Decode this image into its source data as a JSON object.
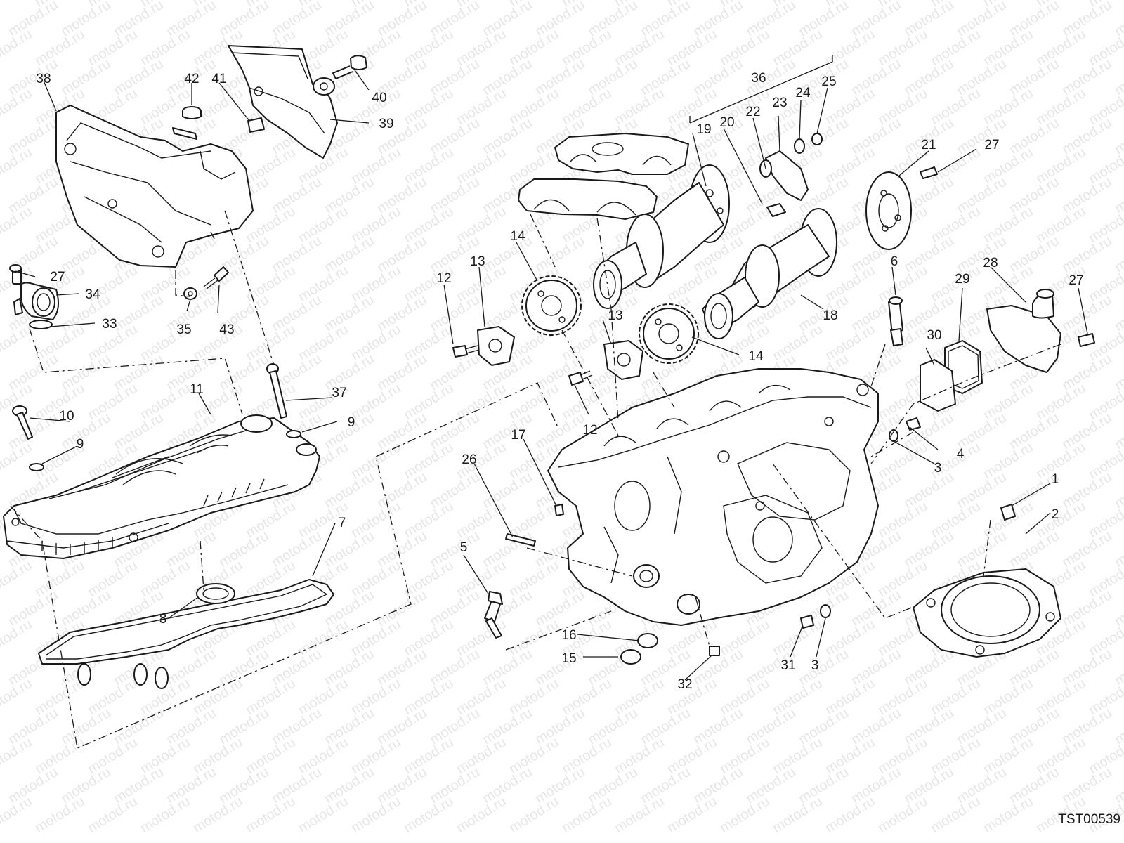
{
  "watermark": "motod.ru",
  "drawing_code": "TST00539",
  "labels": [
    "1",
    "2",
    "3",
    "3",
    "4",
    "5",
    "6",
    "7",
    "8",
    "9",
    "9",
    "10",
    "11",
    "12",
    "12",
    "13",
    "13",
    "14",
    "14",
    "15",
    "16",
    "17",
    "18",
    "19",
    "20",
    "21",
    "22",
    "23",
    "24",
    "25",
    "26",
    "27",
    "27",
    "27",
    "28",
    "29",
    "30",
    "31",
    "32",
    "33",
    "34",
    "35",
    "36",
    "37",
    "38",
    "39",
    "40",
    "41",
    "42",
    "43"
  ]
}
